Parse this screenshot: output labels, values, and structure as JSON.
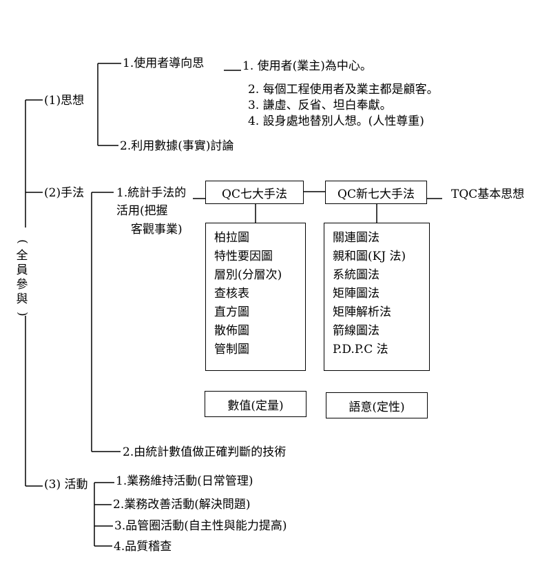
{
  "root": {
    "label": "(全員參與)",
    "chars": [
      "(",
      "全",
      "員",
      "參",
      "與",
      ")"
    ]
  },
  "branch1": {
    "label": "(1)思想",
    "child1": {
      "label": "1.使用者導向思",
      "items": [
        "1. 使用者(業主)為中心。",
        "2. 每個工程使用者及業主都是顧客。",
        "3. 謙虛、反省、坦白奉獻。",
        "4. 設身處地替別人想。(人性尊重)"
      ]
    },
    "child2": {
      "label": "2.利用數據(事實)討論"
    }
  },
  "branch2": {
    "label": "(2)手法",
    "child1": {
      "label_lines": [
        "1.統計手法的",
        "活用(把握",
        "客觀事業)"
      ]
    },
    "qc7": {
      "title": "QC七大手法",
      "items": [
        "柏拉圖",
        "特性要因圖",
        "層別(分層次)",
        "查核表",
        "直方圖",
        "散佈圖",
        "管制圖"
      ],
      "footer": "數值(定量)"
    },
    "newqc7": {
      "title": "QC新七大手法",
      "items": [
        "關連圖法",
        "親和圖(KJ 法)",
        "系統圖法",
        "矩陣圖法",
        "矩陣解析法",
        "箭線圖法",
        "P.D.P.C 法"
      ],
      "footer": "語意(定性)"
    },
    "tqc": "TQC基本思想",
    "child2": {
      "label": "2.由統計數值做正確判斷的技術"
    }
  },
  "branch3": {
    "label": "(3) 活動",
    "items": [
      "1.業務維持活動(日常管理)",
      "2.業務改善活動(解決問題)",
      "3.品管圈活動(自主性與能力提高)",
      "4.品質稽查"
    ]
  }
}
